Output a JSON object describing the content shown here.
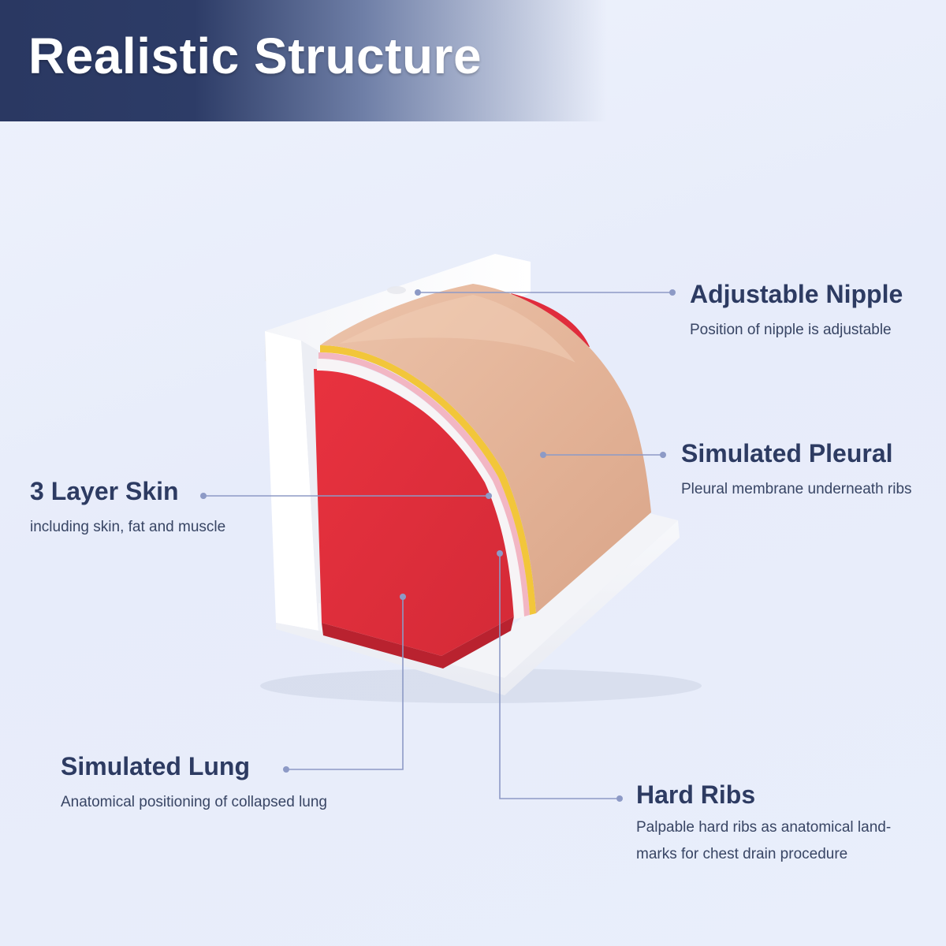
{
  "header": {
    "title": "Realistic Structure"
  },
  "colors": {
    "banner_dark": "#2a3862",
    "heading": "#2d3b62",
    "leader_line": "#8d9ac6",
    "skin": "#e4b59a",
    "foam_red": "#e0303f",
    "frame_white": "#ffffff"
  },
  "callouts": {
    "nipple": {
      "title": "Adjustable Nipple",
      "desc": "Position of nipple is adjustable"
    },
    "pleural": {
      "title": "Simulated Pleural",
      "desc": "Pleural membrane underneath ribs"
    },
    "skin": {
      "title": "3 Layer Skin",
      "desc": "including skin, fat and muscle"
    },
    "lung": {
      "title": "Simulated Lung",
      "desc": "Anatomical positioning of collapsed lung"
    },
    "ribs": {
      "title": "Hard Ribs",
      "desc_line1": "Palpable hard ribs as anatomical land-",
      "desc_line2": "marks for chest drain procedure"
    }
  }
}
